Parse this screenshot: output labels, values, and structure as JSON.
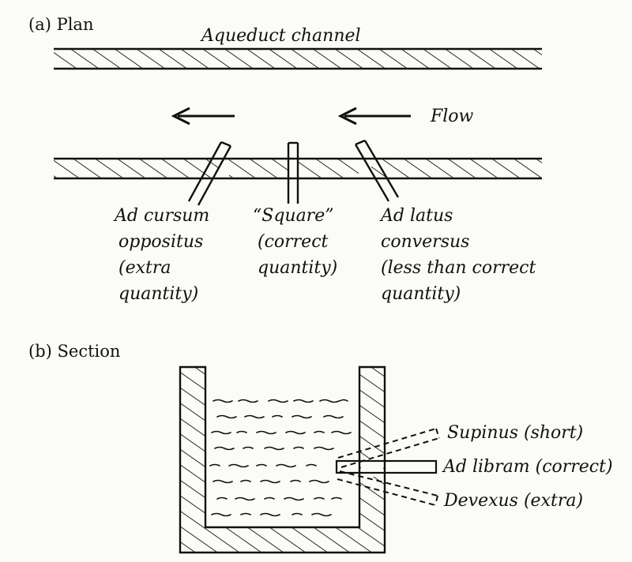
{
  "plan": {
    "heading": "(a) Plan",
    "channel_label": "Aqueduct channel",
    "flow_label": "Flow",
    "pipes": [
      {
        "lines": [
          "Ad cursum",
          "oppositus",
          "(extra",
          " quantity)"
        ]
      },
      {
        "lines": [
          "“Square”",
          "(correct",
          "quantity)"
        ]
      },
      {
        "lines": [
          "Ad latus",
          "conversus",
          "(less than correct",
          " quantity)"
        ]
      }
    ]
  },
  "section": {
    "heading": "(b) Section",
    "pipes": [
      {
        "label": "Supinus (short)"
      },
      {
        "label": "Ad libram (correct)"
      },
      {
        "label": "Devexus (extra)"
      }
    ]
  },
  "colors": {
    "ink": "#111111",
    "paper": "#fbfbf8"
  }
}
